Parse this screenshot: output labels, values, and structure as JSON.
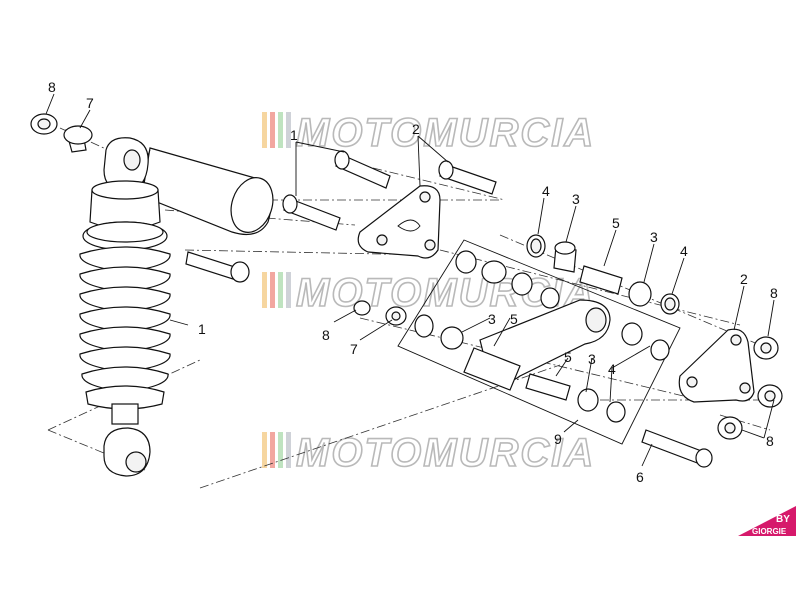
{
  "watermark": {
    "text": "MOTOMURCIA"
  },
  "logo": {
    "line1": "BY",
    "line2": "GIORGIE",
    "color": "#d6196b"
  },
  "callouts": [
    {
      "id": "c-8-top-left",
      "label": "8"
    },
    {
      "id": "c-7-top-left",
      "label": "7"
    },
    {
      "id": "c-1-bolts",
      "label": "1"
    },
    {
      "id": "c-2-top-plate",
      "label": "2"
    },
    {
      "id": "c-4-a",
      "label": "4"
    },
    {
      "id": "c-3-a",
      "label": "3"
    },
    {
      "id": "c-5-a",
      "label": "5"
    },
    {
      "id": "c-3-b",
      "label": "3"
    },
    {
      "id": "c-4-b",
      "label": "4"
    },
    {
      "id": "c-2-right-plate",
      "label": "2"
    },
    {
      "id": "c-8-right-top",
      "label": "8"
    },
    {
      "id": "c-3-c",
      "label": "3"
    },
    {
      "id": "c-5-b",
      "label": "5"
    },
    {
      "id": "c-5-c",
      "label": "5"
    },
    {
      "id": "c-3-d",
      "label": "3"
    },
    {
      "id": "c-4-c",
      "label": "4"
    },
    {
      "id": "c-8-right-bottom",
      "label": "8"
    },
    {
      "id": "c-1-shock",
      "label": "1"
    },
    {
      "id": "c-8-mid",
      "label": "8"
    },
    {
      "id": "c-7-mid",
      "label": "7"
    },
    {
      "id": "c-9-linkage",
      "label": "9"
    },
    {
      "id": "c-6-pin",
      "label": "6"
    }
  ]
}
